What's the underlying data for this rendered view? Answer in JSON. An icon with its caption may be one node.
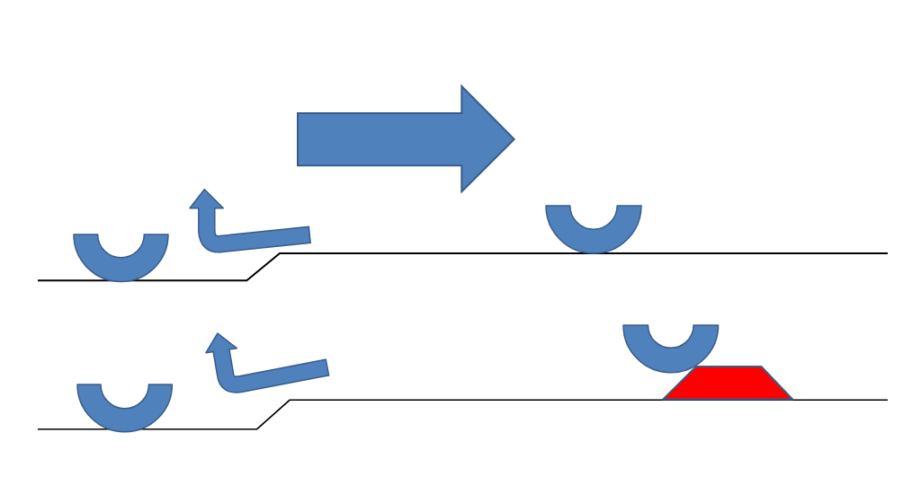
{
  "diagram": {
    "nodes": [
      {
        "text": [],
        "shape": "semicircle"
      },
      {
        "text": [],
        "shape": "semicircle"
      },
      {
        "text": [],
        "shape": "semicircle"
      },
      {
        "text": [],
        "shape": "semicircle"
      },
      {
        "text": [],
        "shape": "trapezoid"
      }
    ]
  }
}
